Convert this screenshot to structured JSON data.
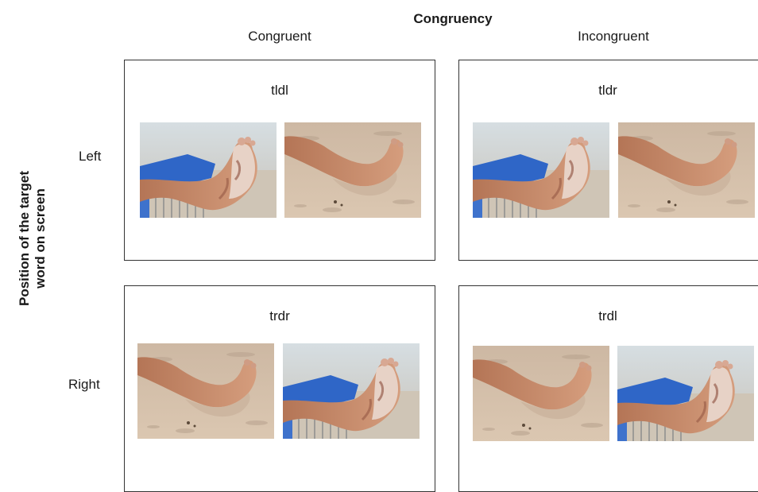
{
  "header": {
    "factor_title": "Congruency",
    "col_congruent": "Congruent",
    "col_incongruent": "Incongruent"
  },
  "y_axis": {
    "line1": "Position of the target",
    "line2": "word on screen"
  },
  "rows": {
    "left_label": "Left",
    "right_label": "Right"
  },
  "panels": {
    "top_left": {
      "code": "tldl",
      "images": [
        "foot-on-chair",
        "foot-in-sand"
      ]
    },
    "top_right": {
      "code": "tldr",
      "images": [
        "foot-on-chair",
        "foot-in-sand"
      ]
    },
    "bottom_left": {
      "code": "trdr",
      "images": [
        "foot-in-sand",
        "foot-on-chair"
      ]
    },
    "bottom_right": {
      "code": "trdl",
      "images": [
        "foot-in-sand",
        "foot-on-chair"
      ]
    }
  },
  "colors": {
    "border": "#333333",
    "sand": "#d8c4ad",
    "skin": "#c98f6d",
    "chair_blue": "#2f66c7"
  }
}
